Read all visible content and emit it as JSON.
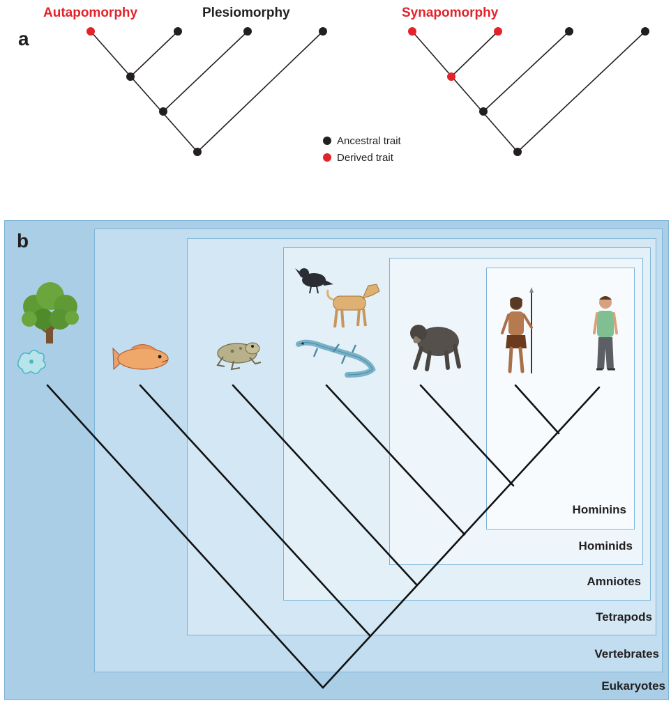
{
  "panel_a": {
    "letter": "a",
    "autapomorphy_label": "Autapomorphy",
    "plesiomorphy_label": "Plesiomorphy",
    "synapomorphy_label": "Synapomorphy",
    "legend": {
      "ancestral": "Ancestral trait",
      "derived": "Derived trait"
    },
    "colors": {
      "ancestral": "#231f20",
      "derived": "#e2232a"
    }
  },
  "panel_b": {
    "letter": "b",
    "clades": {
      "eukaryotes": "Eukaryotes",
      "vertebrates": "Vertebrates",
      "tetrapods": "Tetrapods",
      "amniotes": "Amniotes",
      "hominids": "Hominids",
      "hominins": "Hominins"
    },
    "organisms": [
      "tree-and-amoeba",
      "fish",
      "frog",
      "crow-dog-lizard",
      "chimpanzee",
      "early-human-with-spear",
      "modern-human"
    ],
    "colors": {
      "eukaryotes": "#a9cee6",
      "vertebrates": "#c2ddef",
      "tetrapods": "#d3e7f4",
      "amniotes": "#e3f0f8",
      "hominids": "#eef6fb",
      "hominins": "#f8fbfd"
    }
  }
}
